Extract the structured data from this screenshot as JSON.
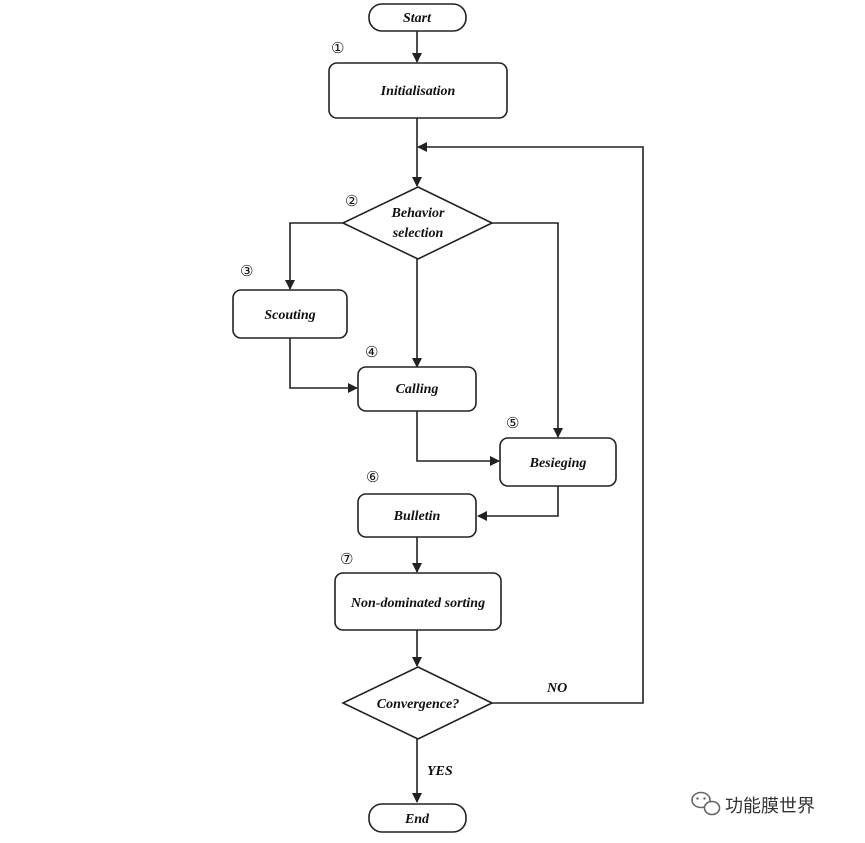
{
  "nodes": {
    "start": "Start",
    "initialisation": "Initialisation",
    "behavior_selection": [
      "Behavior",
      "selection"
    ],
    "scouting": "Scouting",
    "calling": "Calling",
    "besieging": "Besieging",
    "bulletin": "Bulletin",
    "sorting": "Non-dominated sorting",
    "convergence": "Convergence?",
    "end": "End"
  },
  "step_numbers": [
    "①",
    "②",
    "③",
    "④",
    "⑤",
    "⑥",
    "⑦"
  ],
  "edge_labels": {
    "no": "NO",
    "yes": "YES"
  },
  "watermark": {
    "text": "功能膜世界",
    "icon": "wechat-icon"
  }
}
